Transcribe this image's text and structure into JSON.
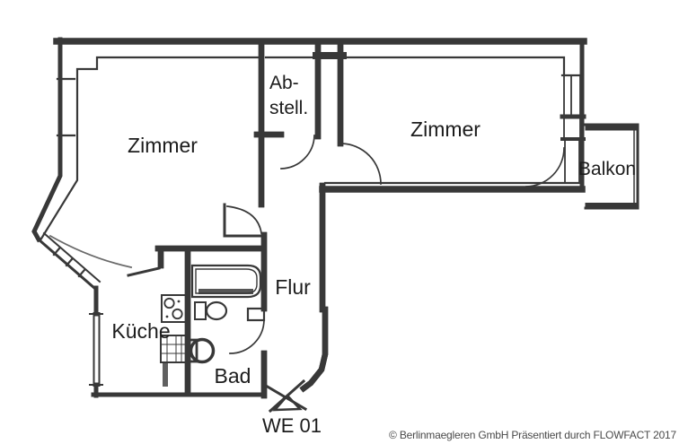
{
  "floorplan": {
    "unit_label": "WE 01",
    "rooms": {
      "zimmer_left": "Zimmer",
      "abstell_line1": "Ab-",
      "abstell_line2": "stell.",
      "zimmer_right": "Zimmer",
      "balkon": "Balkon",
      "flur": "Flur",
      "kueche": "Küche",
      "bad": "Bad"
    },
    "fixtures": [
      "bathtub",
      "toilet",
      "washbasin",
      "stove",
      "kitchen-unit",
      "entrance-door-marker",
      "window",
      "door-swing"
    ],
    "colors": {
      "wall": "#383838",
      "label_text": "#1c1c1c",
      "background": "#ffffff",
      "copyright_text": "#4a4a4a"
    }
  },
  "footer": {
    "copyright": "© Berlinmaegleren GmbH Präsentiert durch FLOWFACT 2017"
  }
}
